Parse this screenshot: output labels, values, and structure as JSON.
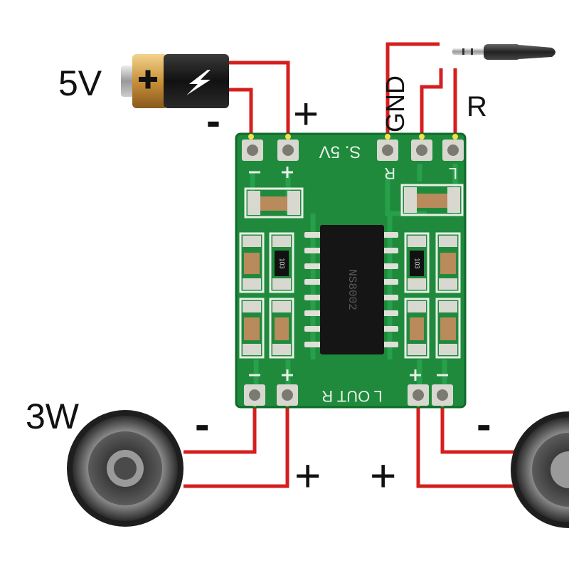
{
  "labels": {
    "battery_voltage": "5V",
    "power_minus": "-",
    "power_plus": "+",
    "gnd": "GND",
    "right_channel": "R",
    "left_speaker_watt": "3W",
    "left_speaker_minus": "-",
    "left_speaker_plus": "+",
    "right_speaker_minus": "-",
    "right_speaker_plus": "+"
  },
  "board": {
    "top_silk_left": "S. 5V",
    "top_silk_right": "L",
    "top_silk_r": "R",
    "bottom_silk": "L OUT R",
    "chip_marking": "NS8002",
    "resistor_code": "103"
  },
  "colors": {
    "wire": "#d51f1f",
    "pcb": "#1f8a3c",
    "pad": "#d8d8d0",
    "chip": "#151515"
  }
}
